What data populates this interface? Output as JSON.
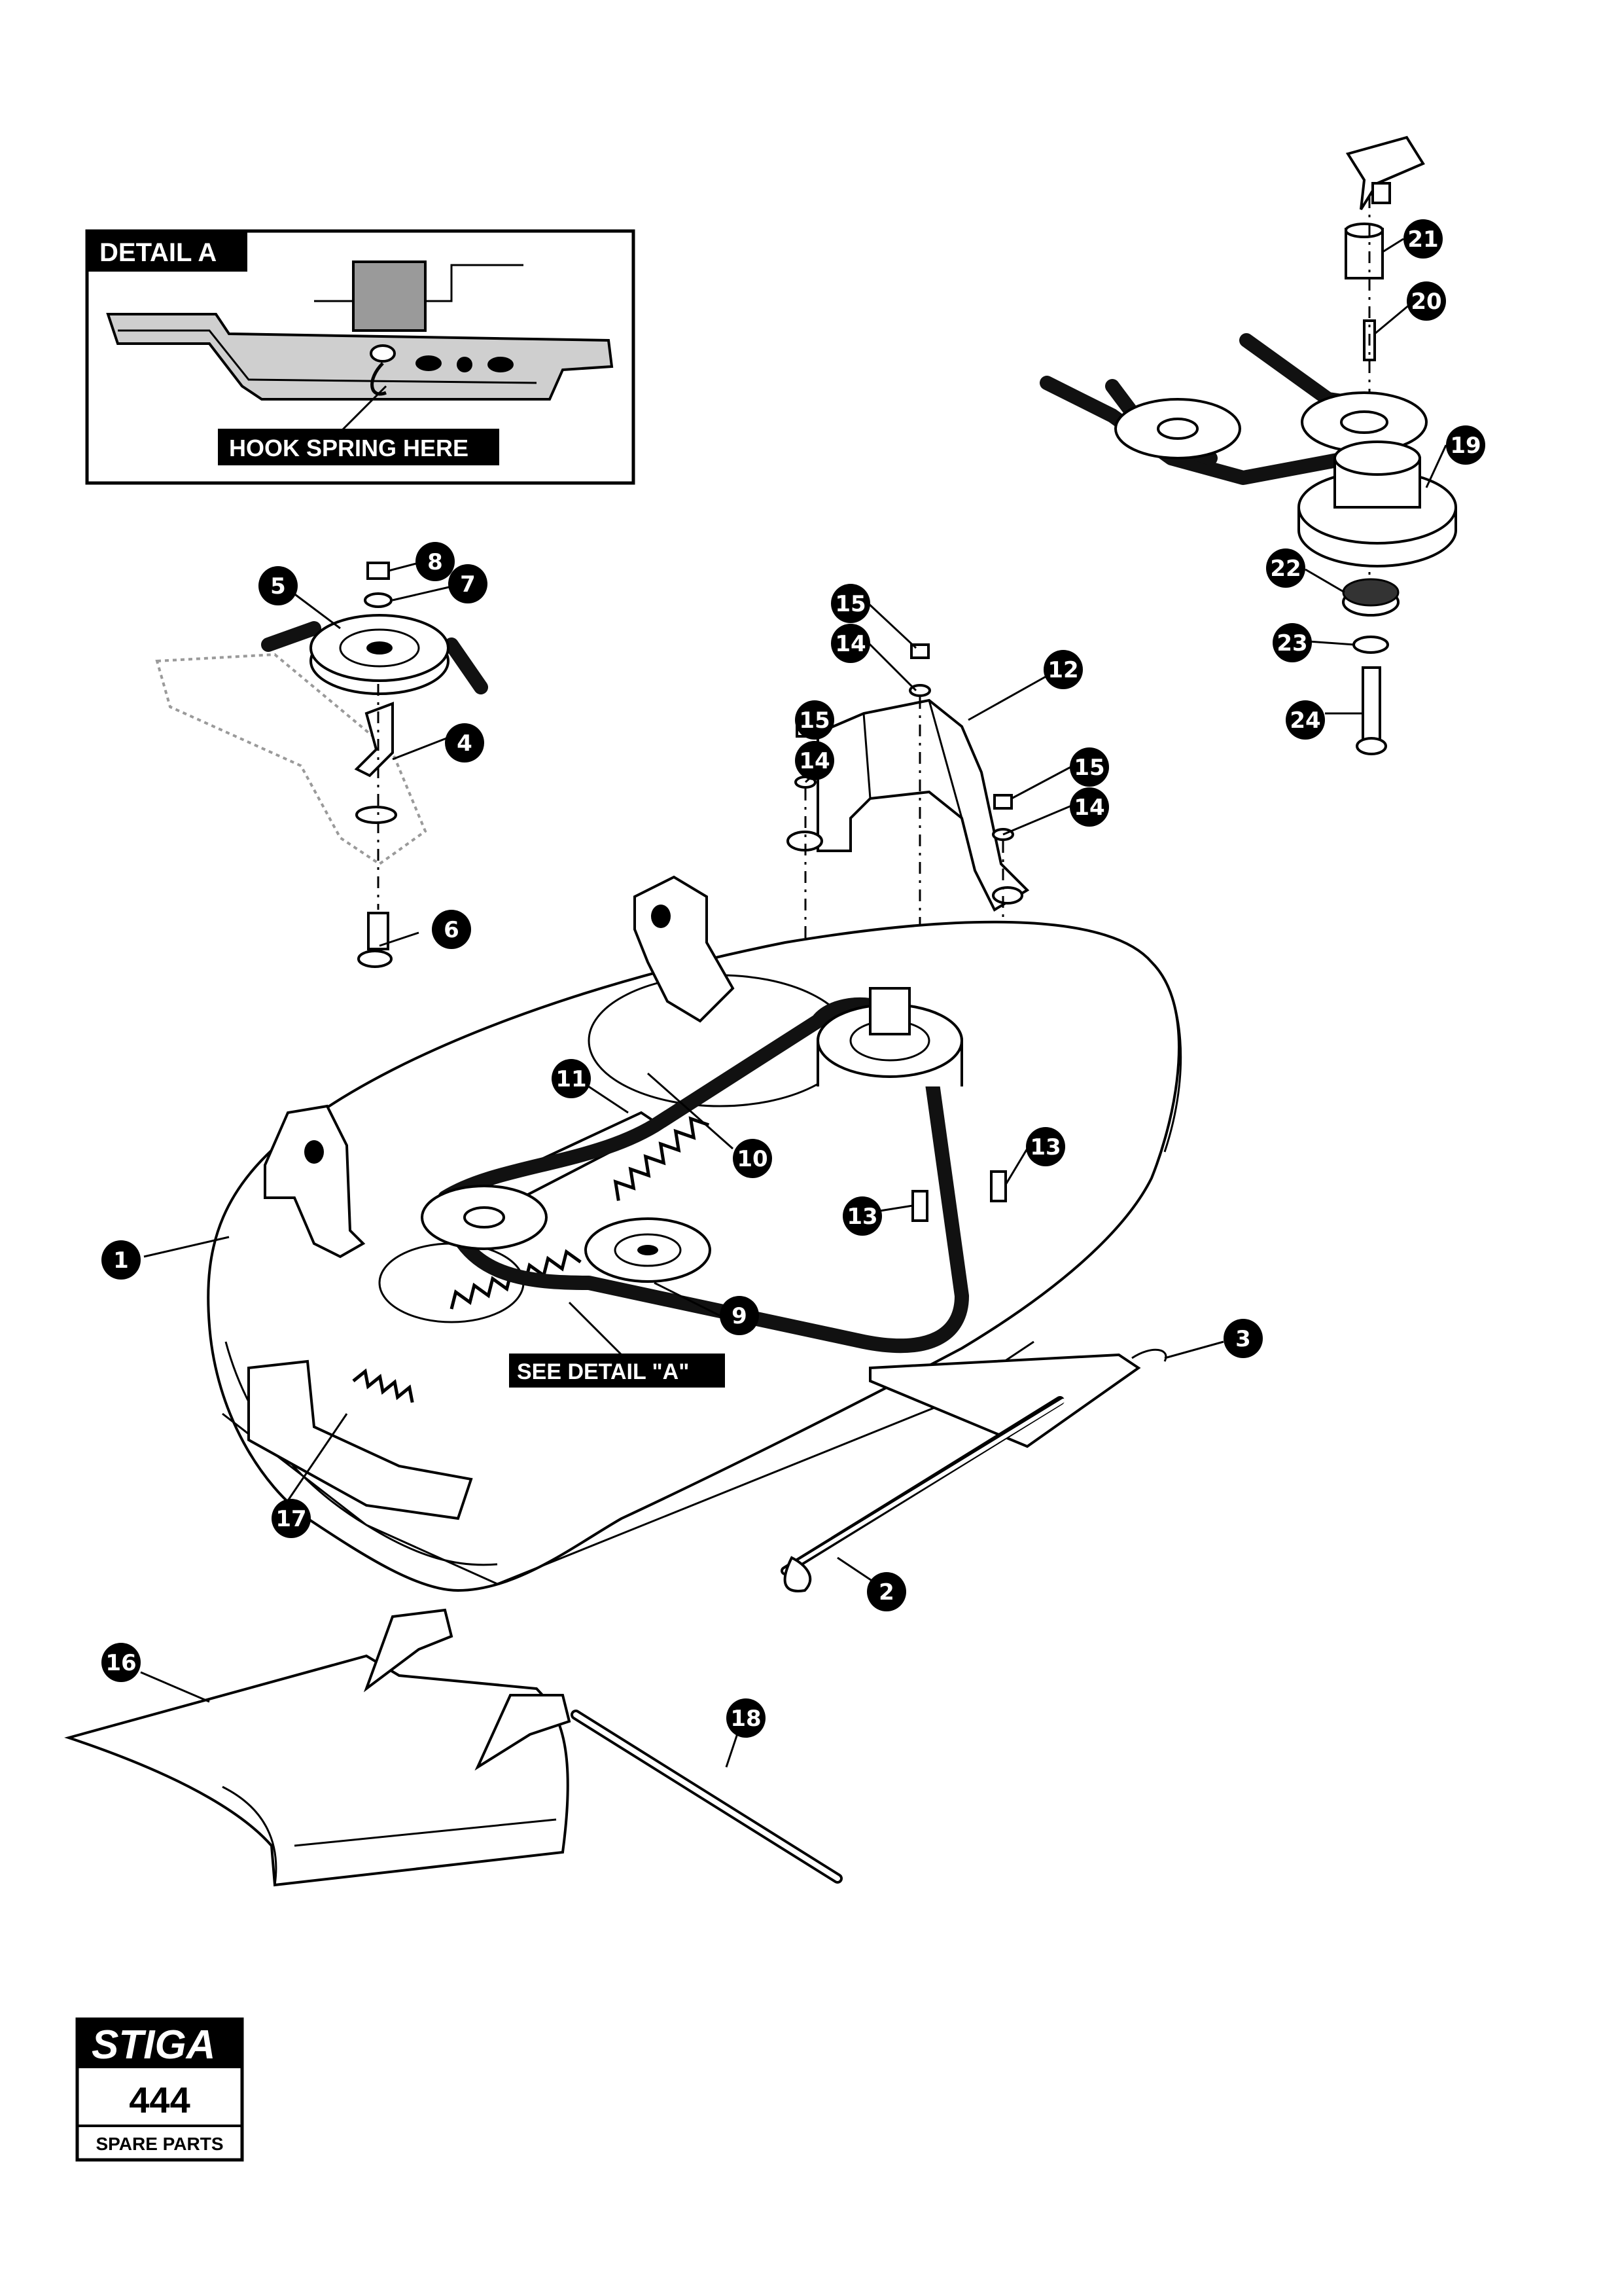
{
  "detail_box": {
    "title": "DETAIL A",
    "note": "HOOK SPRING HERE"
  },
  "see_detail_label": "SEE DETAIL \"A\"",
  "callouts": [
    {
      "id": "c1",
      "label": "1"
    },
    {
      "id": "c2",
      "label": "2"
    },
    {
      "id": "c3",
      "label": "3"
    },
    {
      "id": "c4",
      "label": "4"
    },
    {
      "id": "c5",
      "label": "5"
    },
    {
      "id": "c6",
      "label": "6"
    },
    {
      "id": "c7",
      "label": "7"
    },
    {
      "id": "c8",
      "label": "8"
    },
    {
      "id": "c9",
      "label": "9"
    },
    {
      "id": "c10",
      "label": "10"
    },
    {
      "id": "c11",
      "label": "11"
    },
    {
      "id": "c12",
      "label": "12"
    },
    {
      "id": "c13a",
      "label": "13"
    },
    {
      "id": "c13b",
      "label": "13"
    },
    {
      "id": "c14a",
      "label": "14"
    },
    {
      "id": "c14b",
      "label": "14"
    },
    {
      "id": "c14c",
      "label": "14"
    },
    {
      "id": "c15a",
      "label": "15"
    },
    {
      "id": "c15b",
      "label": "15"
    },
    {
      "id": "c15c",
      "label": "15"
    },
    {
      "id": "c16",
      "label": "16"
    },
    {
      "id": "c17",
      "label": "17"
    },
    {
      "id": "c18",
      "label": "18"
    },
    {
      "id": "c19",
      "label": "19"
    },
    {
      "id": "c20",
      "label": "20"
    },
    {
      "id": "c21",
      "label": "21"
    },
    {
      "id": "c22",
      "label": "22"
    },
    {
      "id": "c23",
      "label": "23"
    },
    {
      "id": "c24",
      "label": "24"
    }
  ],
  "brand": {
    "logo": "STIGA",
    "model": "444",
    "subtitle": "SPARE PARTS"
  }
}
